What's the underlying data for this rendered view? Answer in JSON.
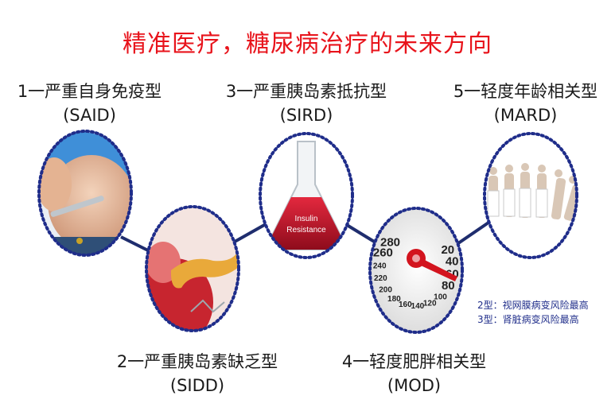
{
  "title": "精准医疗，糖尿病治疗的未来方向",
  "types": [
    {
      "name": "1一严重自身免疫型",
      "code": "(SAID)"
    },
    {
      "name": "2一严重胰岛素缺乏型",
      "code": "(SIDD)"
    },
    {
      "name": "3一严重胰岛素抵抗型",
      "code": "(SIRD)"
    },
    {
      "name": "4一轻度肥胖相关型",
      "code": "(MOD)"
    },
    {
      "name": "5一轻度年龄相关型",
      "code": "(MARD)"
    }
  ],
  "flask_label": {
    "line1": "Insulin",
    "line2": "Resistance"
  },
  "gauge_ticks": [
    "20",
    "40",
    "60",
    "80",
    "100",
    "120",
    "140",
    "160",
    "180",
    "200",
    "220",
    "240",
    "260",
    "280"
  ],
  "notes": [
    "2型：视网膜病变风险最高",
    "3型：肾脏病变风险最高"
  ],
  "colors": {
    "title": "#e8131b",
    "connector": "#1f2d6e",
    "dots": "#1f2d8a",
    "note": "#1f2d8a"
  }
}
